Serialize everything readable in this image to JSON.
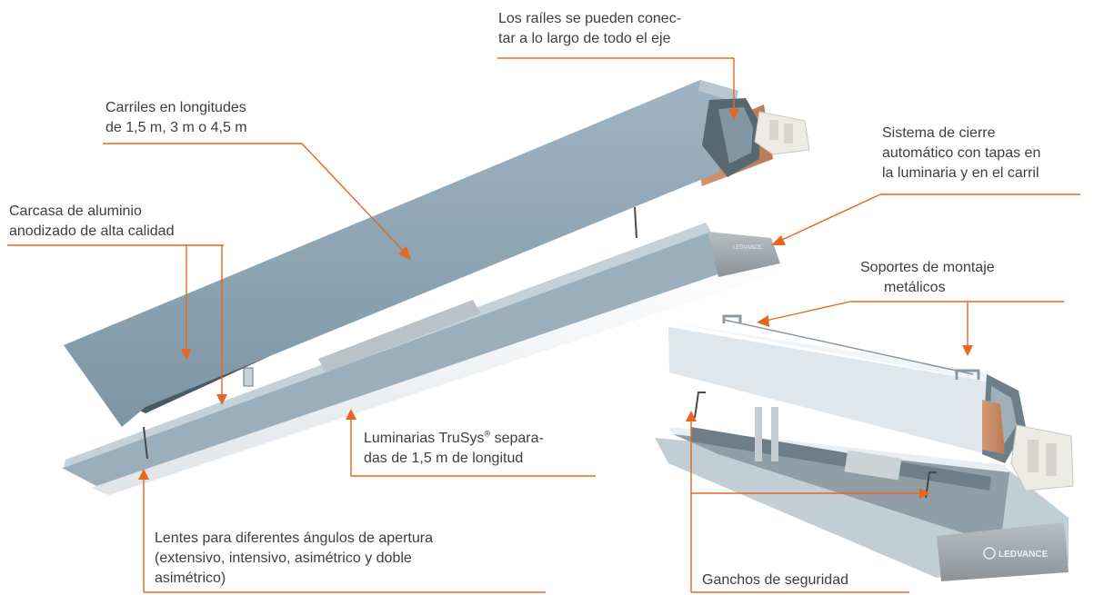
{
  "colors": {
    "accent": "#e8661e",
    "housing": "#8fa6b5",
    "housing_dark": "#5f7684",
    "lens": "#f2f4f6",
    "text": "#3e3e3e"
  },
  "labels": {
    "rails_connect": {
      "lines": [
        "Los raíles se pueden conec-",
        "tar a lo largo de todo el eje"
      ]
    },
    "rail_lengths": {
      "lines": [
        "Carriles en longitudes",
        "de 1,5 m, 3 m o 4,5 m"
      ]
    },
    "closure_system": {
      "lines": [
        "Sistema de cierre",
        "automático con tapas en",
        "la luminaria y en el carril"
      ]
    },
    "aluminium_housing": {
      "lines": [
        "Carcasa de aluminio",
        "anodizado de alta calidad"
      ]
    },
    "mounting_brackets": {
      "lines": [
        "Soportes de montaje",
        "metálicos"
      ]
    },
    "luminaires": {
      "line1_pre": "Luminarias TruSys",
      "line1_sup": "®",
      "line1_post": " separa-",
      "line2": "das de 1,5 m de longitud"
    },
    "lenses": {
      "lines": [
        "Lentes para diferentes ángulos de apertura",
        "(extensivo, intensivo, asimétrico y doble",
        "asimétrico)"
      ]
    },
    "safety_hooks": {
      "lines": [
        "Ganchos de seguridad"
      ]
    }
  },
  "brand_logo": "LEDVANCE",
  "icons": [
    "ledvance-logo-icon"
  ]
}
